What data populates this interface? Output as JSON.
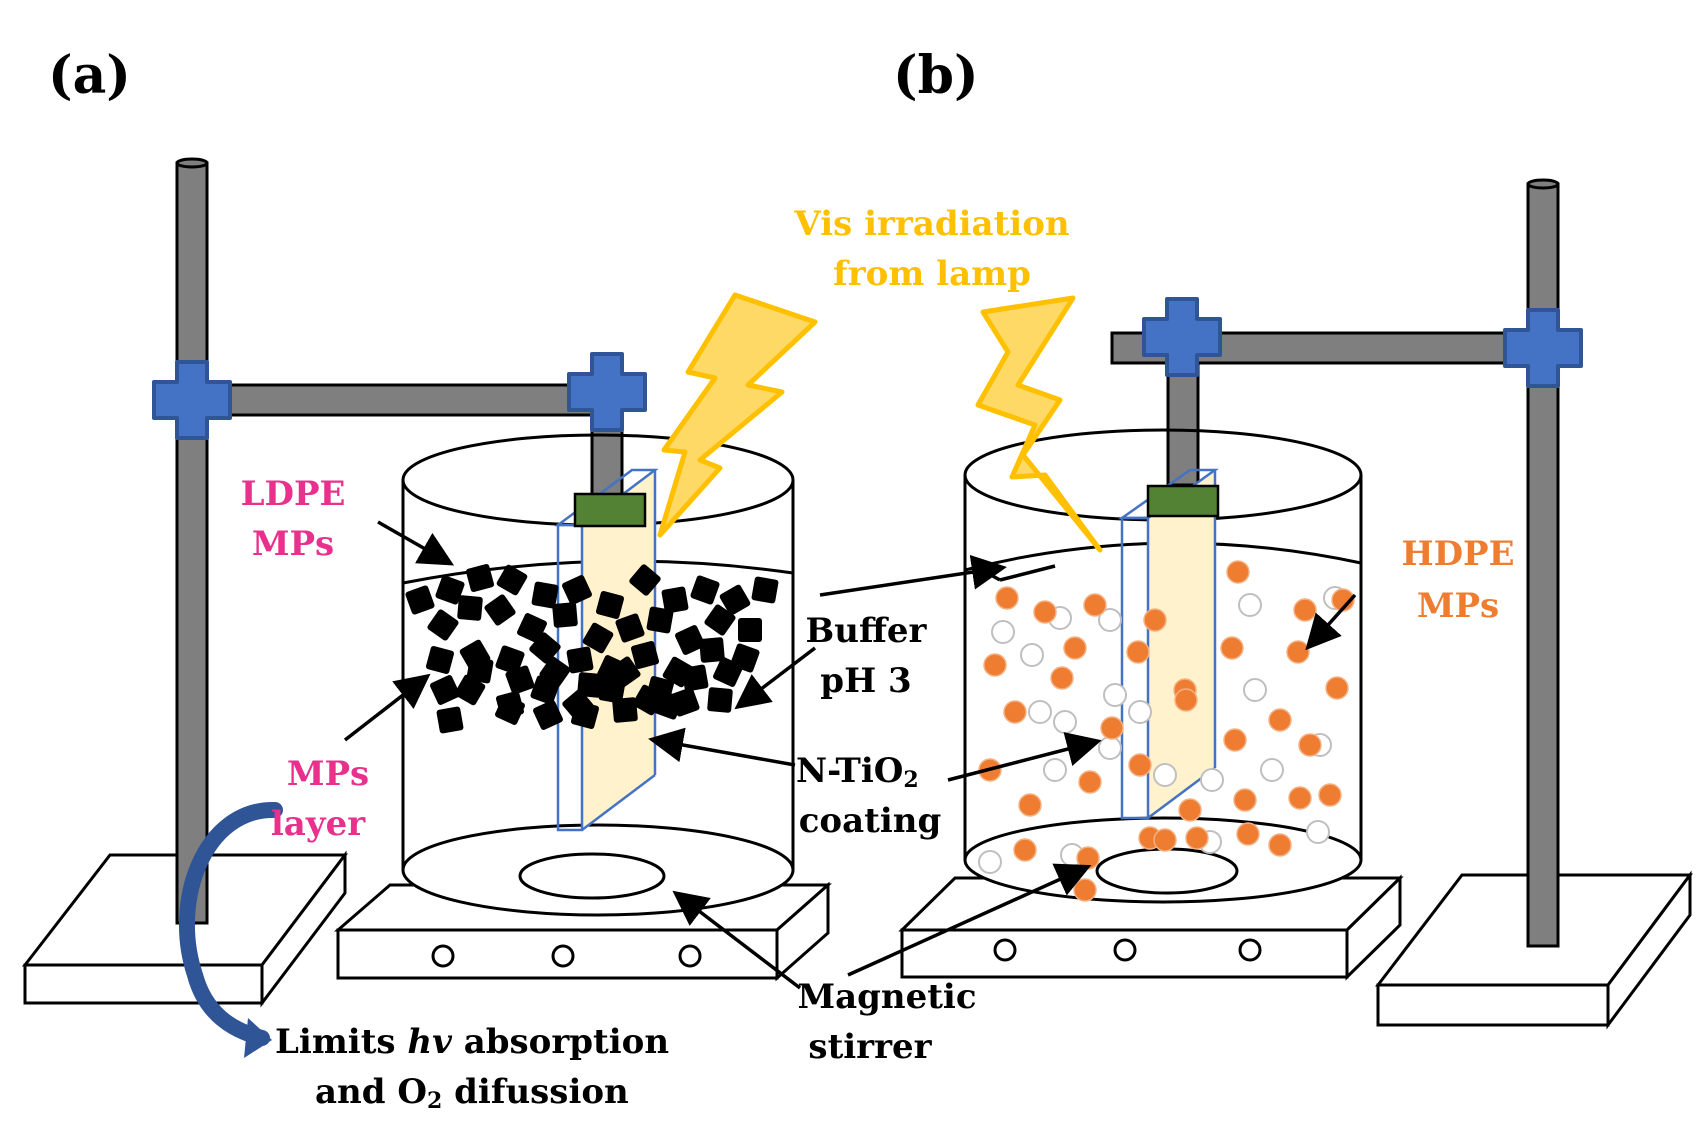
{
  "panels": {
    "a": "(a)",
    "b": "(b)"
  },
  "labels": {
    "vis_line1": "Vis irradiation",
    "vis_line2": "from lamp",
    "ldpe_line1": "LDPE",
    "ldpe_line2": "MPs",
    "mps_layer_line1": "MPs",
    "mps_layer_line2": "layer",
    "buffer_line1": "Buffer",
    "buffer_line2": "pH 3",
    "ntio2_prefix": "N-TiO",
    "ntio2_sub": "2",
    "ntio2_line2": "coating",
    "magnetic_line1": "Magnetic",
    "magnetic_line2": "stirrer",
    "hdpe_line1": "HDPE",
    "hdpe_line2": "MPs",
    "limits_prefix": "Limits ",
    "limits_hv": "hv",
    "limits_suffix": " absorption",
    "diff_prefix": "and O",
    "diff_sub": "2",
    "diff_suffix": " difussion"
  },
  "colors": {
    "stand_rod": "#7f7f7f",
    "clamp": "#4472c4",
    "holder": "#548235",
    "lightning": "#ffd966",
    "lightning_stroke": "#ffc000",
    "coating": "#fff2cc",
    "slide_edge": "#4472c4",
    "ldpe": "#000000",
    "hdpe_orange": "#ee7d31",
    "hdpe_white": "#ffffff",
    "label_pink": "#e8308c",
    "label_orange": "#ee7d31",
    "label_yellow": "#ffc000",
    "curved_arrow": "#2f5597"
  }
}
